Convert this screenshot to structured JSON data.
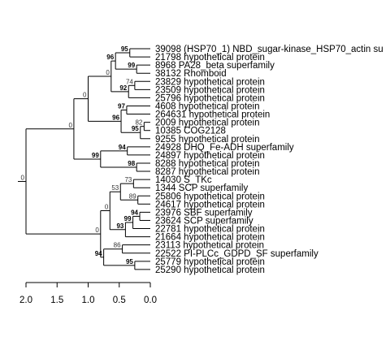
{
  "tips": [
    "39098 (HSP70_1) NBD_sugar-kinase_HSP70_actin su",
    "21798 hypothetical protein",
    "8968 PA28_beta superfamily",
    "38132 Rhomboid",
    "23829 hypothetical protein",
    "23509 hypothetical protein",
    "25796 hypothetical protein",
    "4608 hypothetical protein",
    "264631 hypothetical protein",
    "2009 hypothetical protein",
    "10385 COG2128",
    "9255 hypothetical protein",
    "24928 DHQ_Fe-ADH superfamily",
    "24897 hypothetical protein",
    "8288 hypothetical protein",
    "8287 hypothetical protein",
    "14030 S_TKc",
    "1344 SCP superfamily",
    "25806 hypothetical protein",
    "24617 hypothetical protein",
    "23976 SBF superfamily",
    "23624 SCP superfamily",
    "22781 hypothetical protein",
    "21664 hypothetical protein",
    "23113 hypothetical protein",
    "22522 PI-PLCc_GDPD_SF superfamily",
    "25779 hypothetical protein",
    "25290 hypothetical protein"
  ],
  "tree": {
    "label": "0",
    "bold": false,
    "h": 2.0,
    "children": [
      {
        "label": "0",
        "bold": false,
        "h": 1.23,
        "children": [
          {
            "label": "0",
            "bold": false,
            "h": 1.0,
            "children": [
              {
                "label": "0",
                "bold": false,
                "h": 0.63,
                "children": [
                  {
                    "label": "96",
                    "bold": true,
                    "h": 0.56,
                    "children": [
                      {
                        "label": "95",
                        "bold": true,
                        "h": 0.33,
                        "children": [
                          {
                            "tip": 0
                          },
                          {
                            "tip": 1
                          }
                        ]
                      },
                      {
                        "label": "99",
                        "bold": true,
                        "h": 0.22,
                        "children": [
                          {
                            "tip": 2
                          },
                          {
                            "tip": 3
                          }
                        ]
                      }
                    ]
                  },
                  {
                    "label": "92",
                    "bold": true,
                    "h": 0.35,
                    "children": [
                      {
                        "label": "74",
                        "bold": false,
                        "h": 0.25,
                        "children": [
                          {
                            "tip": 4
                          },
                          {
                            "tip": 5
                          }
                        ]
                      },
                      {
                        "tip": 6
                      }
                    ]
                  }
                ]
              },
              {
                "label": "96",
                "bold": true,
                "h": 0.47,
                "children": [
                  {
                    "label": "97",
                    "bold": true,
                    "h": 0.38,
                    "children": [
                      {
                        "tip": 7
                      },
                      {
                        "tip": 8
                      }
                    ]
                  },
                  {
                    "label": "95",
                    "bold": true,
                    "h": 0.16,
                    "children": [
                      {
                        "label": "82",
                        "bold": false,
                        "h": 0.1,
                        "children": [
                          {
                            "tip": 9
                          },
                          {
                            "tip": 10
                          }
                        ]
                      },
                      {
                        "tip": 11
                      }
                    ]
                  }
                ]
              }
            ]
          },
          {
            "label": "99",
            "bold": true,
            "h": 0.8,
            "children": [
              {
                "label": "94",
                "bold": true,
                "h": 0.37,
                "children": [
                  {
                    "tip": 12
                  },
                  {
                    "tip": 13
                  }
                ]
              },
              {
                "label": "98",
                "bold": true,
                "h": 0.22,
                "children": [
                  {
                    "tip": 14
                  },
                  {
                    "tip": 15
                  }
                ]
              }
            ]
          }
        ]
      },
      {
        "label": "0",
        "bold": false,
        "h": 0.8,
        "children": [
          {
            "label": "0",
            "bold": false,
            "h": 0.65,
            "children": [
              {
                "label": "53",
                "bold": false,
                "h": 0.48,
                "children": [
                  {
                    "label": "73",
                    "bold": false,
                    "h": 0.27,
                    "children": [
                      {
                        "tip": 16
                      },
                      {
                        "tip": 17
                      }
                    ]
                  },
                  {
                    "label": "89",
                    "bold": false,
                    "h": 0.2,
                    "children": [
                      {
                        "tip": 18
                      },
                      {
                        "tip": 19
                      }
                    ]
                  }
                ]
              },
              {
                "label": "93",
                "bold": true,
                "h": 0.4,
                "children": [
                  {
                    "label": "99",
                    "bold": true,
                    "h": 0.28,
                    "children": [
                      {
                        "label": "94",
                        "bold": true,
                        "h": 0.17,
                        "children": [
                          {
                            "tip": 20
                          },
                          {
                            "tip": 21
                          }
                        ]
                      },
                      {
                        "tip": 22
                      }
                    ]
                  },
                  {
                    "tip": 23
                  }
                ]
              }
            ]
          },
          {
            "label": "94",
            "bold": true,
            "h": 0.75,
            "children": [
              {
                "label": "86",
                "bold": false,
                "h": 0.45,
                "children": [
                  {
                    "tip": 24
                  },
                  {
                    "tip": 25
                  }
                ]
              },
              {
                "label": "95",
                "bold": true,
                "h": 0.25,
                "children": [
                  {
                    "tip": 26
                  },
                  {
                    "tip": 27
                  }
                ]
              }
            ]
          }
        ]
      }
    ]
  },
  "axis": {
    "ticks": [
      "2.0",
      "1.5",
      "1.0",
      "0.5",
      "0.0"
    ],
    "tick_values": [
      2.0,
      1.5,
      1.0,
      0.5,
      0.0
    ]
  }
}
